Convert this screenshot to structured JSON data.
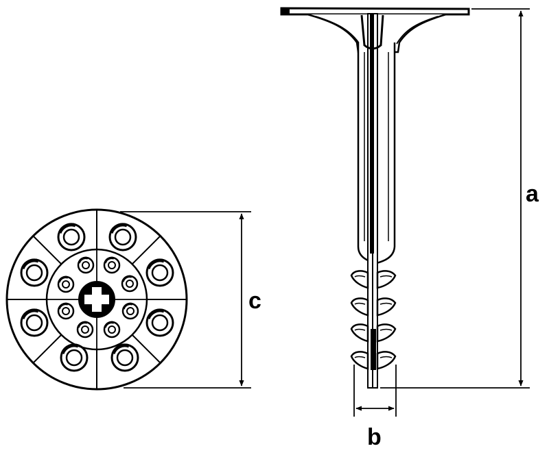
{
  "diagram": {
    "labels": {
      "a": "a",
      "b": "b",
      "c": "c"
    },
    "colors": {
      "ink": "#000000",
      "paper": "#ffffff"
    }
  }
}
